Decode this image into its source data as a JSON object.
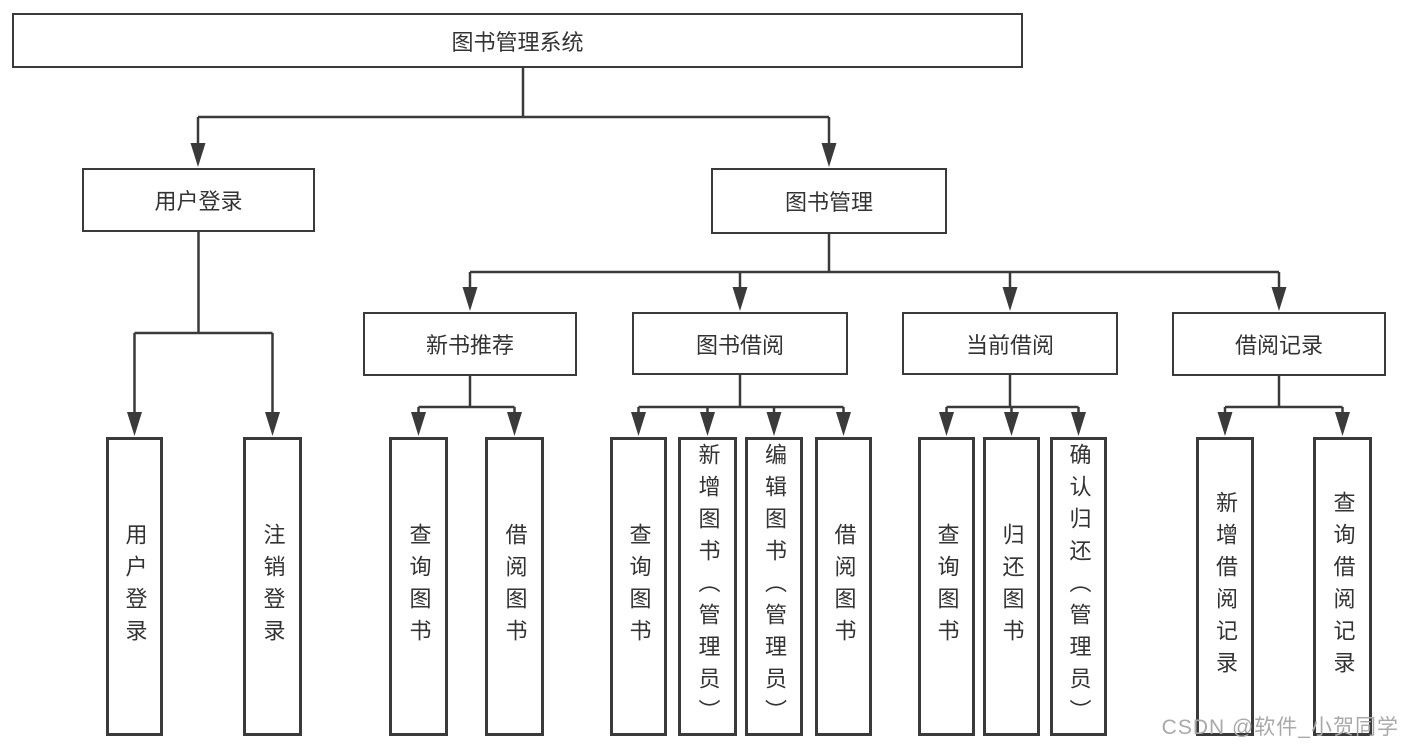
{
  "diagram": {
    "root": {
      "label": "图书管理系统"
    },
    "user_login": {
      "label": "用户登录",
      "children": [
        {
          "label": "用户登录"
        },
        {
          "label": "注销登录"
        }
      ]
    },
    "book_management": {
      "label": "图书管理",
      "sections": [
        "新书推荐",
        "图书借阅",
        "当前借阅",
        "借阅记录"
      ]
    },
    "new_book_recommend": {
      "label": "新书推荐",
      "children": [
        {
          "label": "查询图书"
        },
        {
          "label": "借阅图书"
        }
      ]
    },
    "book_borrow": {
      "label": "图书借阅",
      "children": [
        {
          "label": "查询图书"
        },
        {
          "label": "新增图书（管理员）"
        },
        {
          "label": "编辑图书（管理员）"
        },
        {
          "label": "借阅图书"
        }
      ]
    },
    "current_borrow": {
      "label": "当前借阅",
      "children": [
        {
          "label": "查询图书"
        },
        {
          "label": "归还图书"
        },
        {
          "label": "确认归还（管理员）"
        }
      ]
    },
    "borrow_record": {
      "label": "借阅记录",
      "children": [
        {
          "label": "新增借阅记录"
        },
        {
          "label": "查询借阅记录"
        }
      ]
    },
    "watermark": "CSDN @软件_小贺同学",
    "colors": {
      "line": "#3a3a3a",
      "text": "#333333",
      "background": "#ffffff",
      "watermark": "#a9a9a9"
    }
  }
}
